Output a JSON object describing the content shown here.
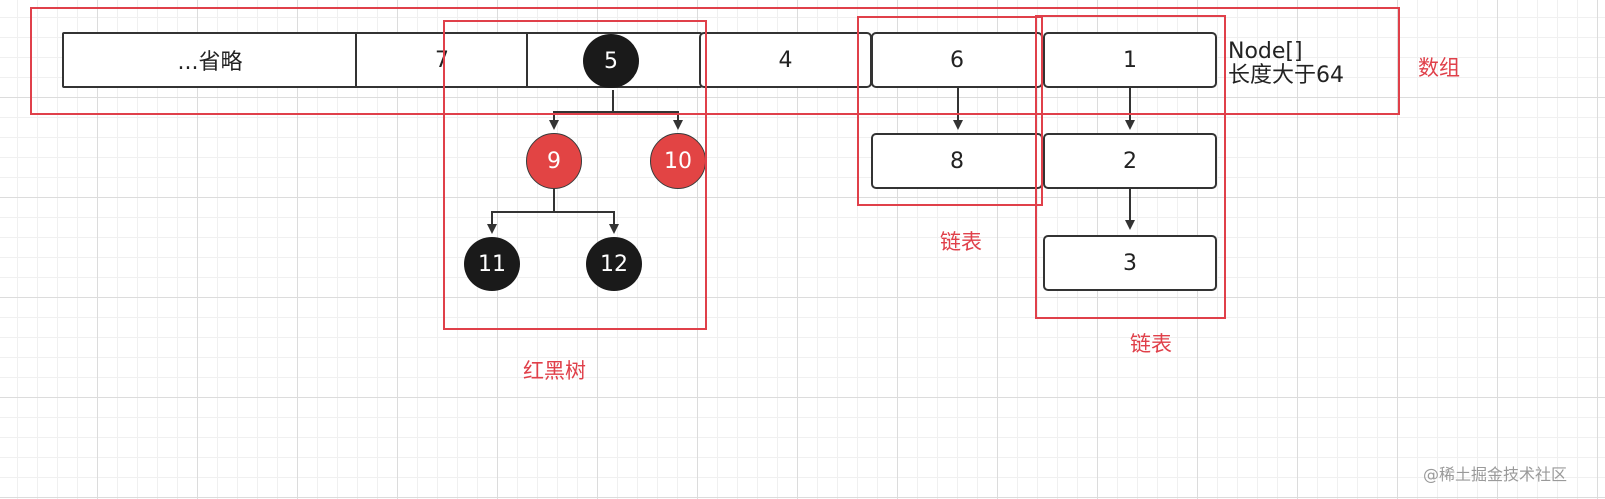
{
  "array": {
    "cells": [
      "...省略",
      "7",
      "5",
      "4",
      "6",
      "1"
    ],
    "type_label": "Node[]",
    "length_label": "长度大于64",
    "caption": "数组"
  },
  "tree": {
    "root": "5",
    "level1": [
      "9",
      "10"
    ],
    "level2": [
      "11",
      "12"
    ],
    "caption": "红黑树"
  },
  "list_a": {
    "nodes": [
      "8"
    ],
    "caption": "链表"
  },
  "list_b": {
    "nodes": [
      "2",
      "3"
    ],
    "caption": "链表"
  },
  "watermark": "@稀土掘金技术社区",
  "colors": {
    "frame_red": "#e0404a",
    "node_red": "#e24444",
    "node_black": "#1a1a1a",
    "stroke": "#333333"
  }
}
